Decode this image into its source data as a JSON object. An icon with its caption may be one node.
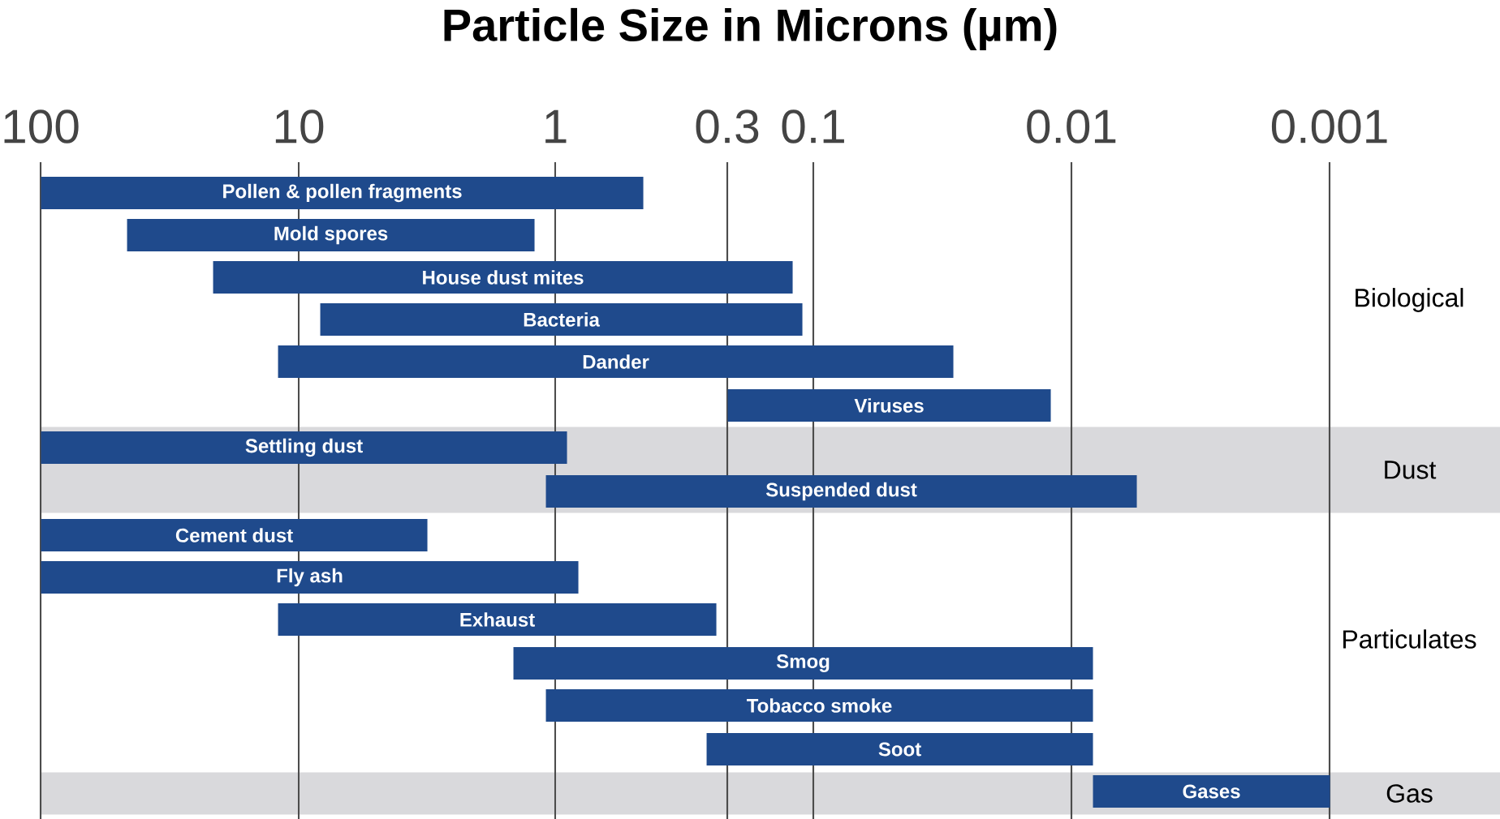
{
  "diagram": {
    "title": "Particle Size in Microns (µm)",
    "nodes": [
      {
        "text": [
          "Pollen & pollen fragments"
        ]
      },
      {
        "text": [
          "Mold spores"
        ]
      },
      {
        "text": [
          "House dust mites"
        ]
      },
      {
        "text": [
          "Bacteria"
        ]
      },
      {
        "text": [
          "Dander"
        ]
      },
      {
        "text": [
          "Viruses"
        ]
      },
      {
        "text": [
          "Dust"
        ]
      },
      {
        "text": [
          "Settling dust"
        ],
        "in": 6
      },
      {
        "text": [
          "Suspended dust"
        ],
        "in": 6
      },
      {
        "text": [
          "Cement dust"
        ]
      },
      {
        "text": [
          "Fly ash"
        ]
      },
      {
        "text": [
          "Exhaust"
        ]
      },
      {
        "text": [
          "Smog"
        ]
      },
      {
        "text": [
          "Tobacco smoke"
        ]
      },
      {
        "text": [
          "Soot"
        ]
      },
      {
        "text": [
          "Gas"
        ]
      },
      {
        "text": [
          "Gases"
        ],
        "in": 15
      }
    ],
    "labels": [
      "100",
      "10",
      "1",
      "0.3",
      "0.1",
      "0.01",
      "0.001",
      "Biological",
      "Particulates"
    ]
  }
}
